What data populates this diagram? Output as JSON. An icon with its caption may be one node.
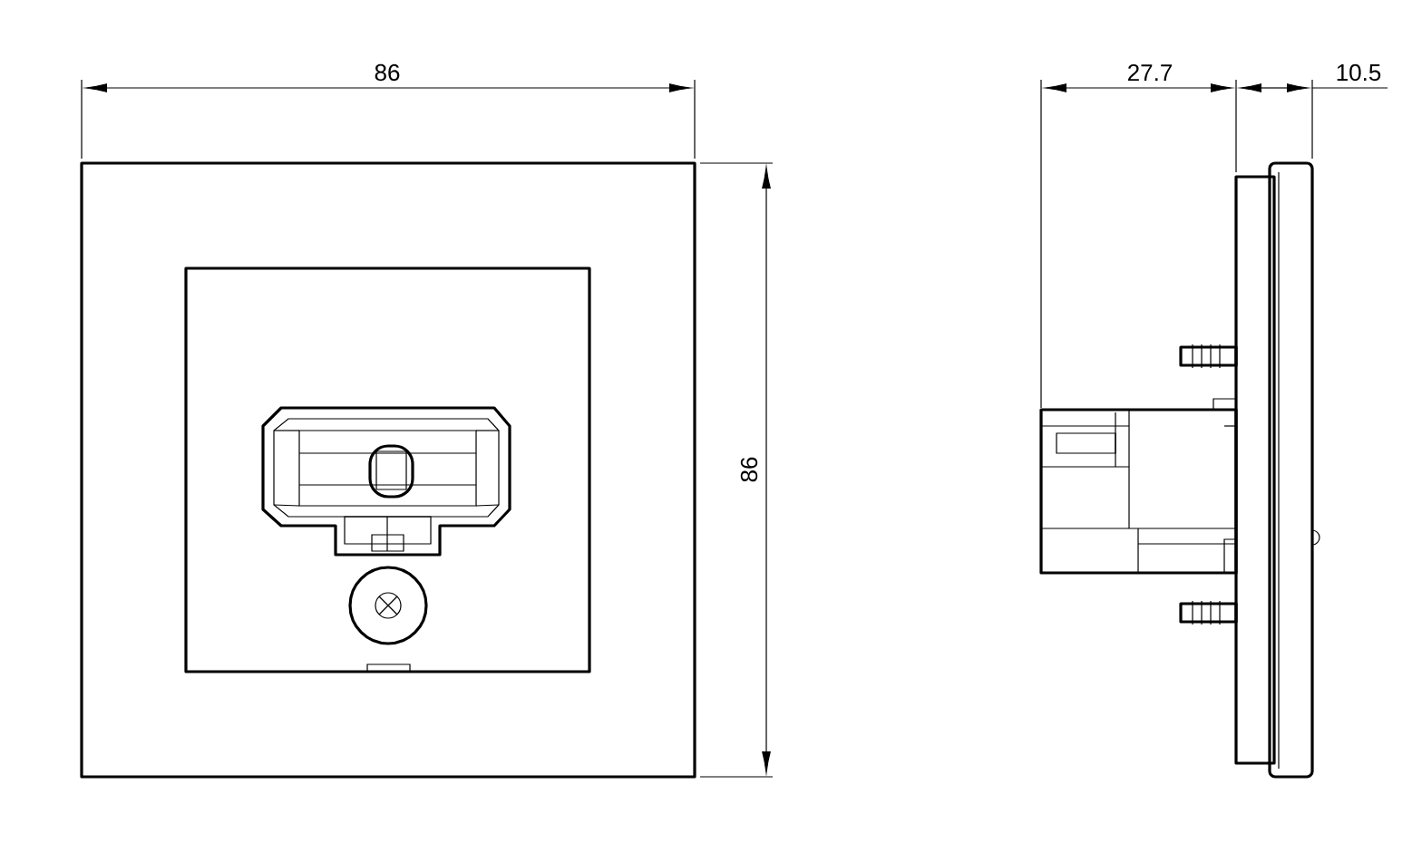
{
  "diagram": {
    "labels": [
      "86",
      "86",
      "27.7",
      "10.5"
    ]
  }
}
